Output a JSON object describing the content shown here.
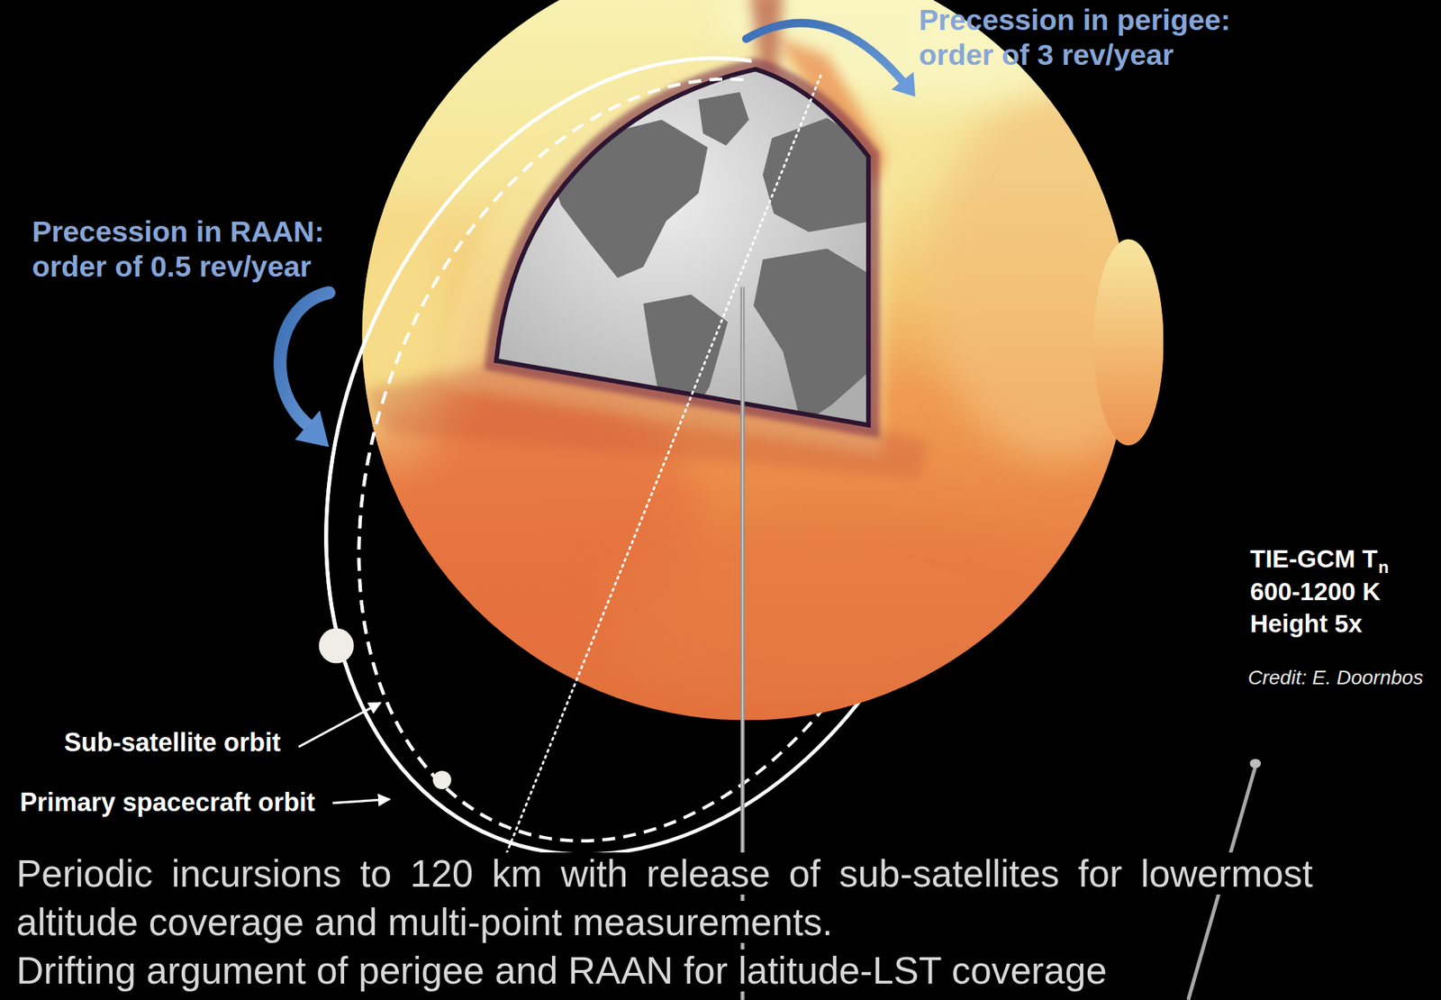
{
  "diagram": {
    "labels": [
      "Precession in perigee: order of 3 rev/year",
      "Precession in RAAN: order of 0.5 rev/year",
      "Sub-satellite orbit",
      "Primary spacecraft orbit",
      "TIE-GCM T",
      "n",
      "600-1200 K",
      "Height 5x",
      "Credit: E. Doornbos",
      "Periodic incursions to 120 km with release of sub-satellites for lowermost altitude coverage and multi-point measurements.",
      "Drifting argument of perigee and RAAN for latitude-LST coverage"
    ]
  }
}
